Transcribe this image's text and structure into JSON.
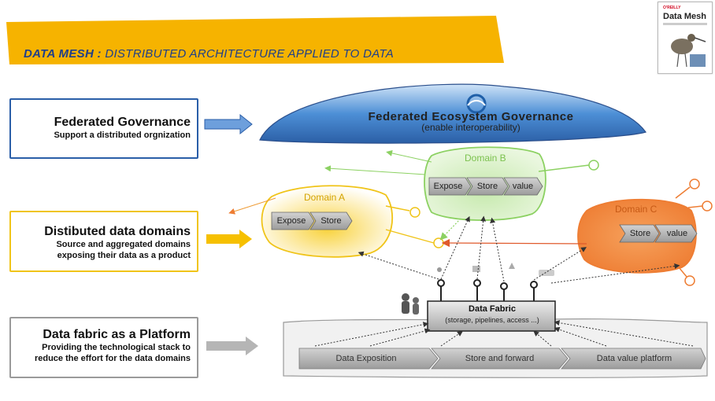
{
  "header": {
    "title_bold": "DATA MESH :",
    "title_rest": " DISTRIBUTED ARCHITECTURE APPLIED TO DATA"
  },
  "book": {
    "publisher": "O'REILLY",
    "title": "Data Mesh"
  },
  "left_boxes": {
    "governance": {
      "heading": "Federated Governance",
      "sub": "Support a distributed orgnization"
    },
    "domains": {
      "heading": "Distibuted data domains",
      "sub1": "Source and aggregated domains",
      "sub2": "exposing their data as a product"
    },
    "platform": {
      "heading": "Data fabric as a Platform",
      "sub1": "Providing the technological stack to",
      "sub2": "reduce the effort for the data domains"
    }
  },
  "governance_cloud": {
    "title": "Federated Ecosystem Governance",
    "subtitle": "(enable interoperability)"
  },
  "domain_a": {
    "label": "Domain A",
    "steps": [
      "Expose",
      "Store"
    ]
  },
  "domain_b": {
    "label": "Domain B",
    "steps": [
      "Expose",
      "Store",
      "value"
    ]
  },
  "domain_c": {
    "label": "Domain C",
    "steps": [
      "Store",
      "value"
    ]
  },
  "fabric": {
    "title": "Data Fabric",
    "subtitle": "(storage, pipelines, access ...)"
  },
  "platform_band": [
    "Data Exposition",
    "Store and forward",
    "Data value platform"
  ],
  "colors": {
    "banner": "#f6b300",
    "banner_text": "#1f3f8a",
    "governance_blue": "#2a5ea8",
    "domain_a": "#f0c419",
    "domain_b": "#8cd162",
    "domain_c": "#ee7d33",
    "platform_gray": "#9a9a9a"
  }
}
